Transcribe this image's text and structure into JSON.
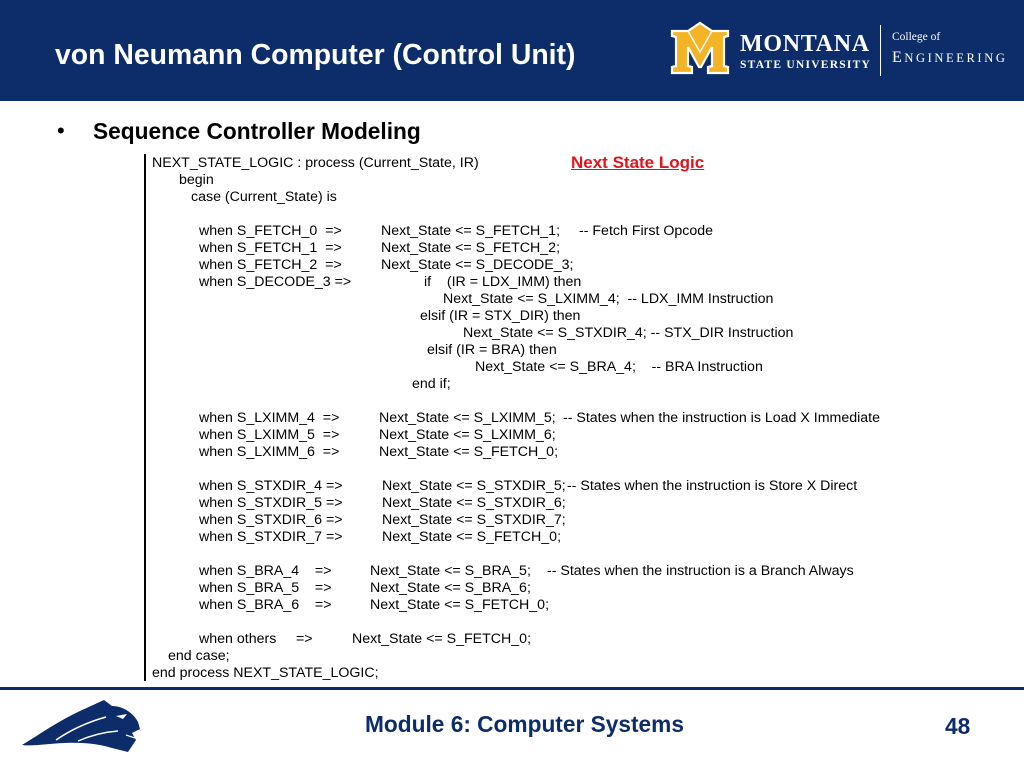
{
  "slide": {
    "title": "von Neumann Computer (Control Unit)",
    "bullet": "•",
    "heading": "Sequence Controller Modeling",
    "annotation": "Next State Logic"
  },
  "branding": {
    "mark_icon": "msu-m-icon",
    "university_name": "MONTANA",
    "university_subname": "STATE UNIVERSITY",
    "college_prefix": "College of",
    "college_name": "ENGINEERING"
  },
  "code": {
    "process_header": "NEXT_STATE_LOGIC : process (Current_State, IR)",
    "begin": "begin",
    "case_header": "case (Current_State) is",
    "fetch_cases": [
      {
        "when": "when S_FETCH_0  =>",
        "action": "Next_State <= S_FETCH_1;",
        "comment": "-- Fetch First Opcode"
      },
      {
        "when": "when S_FETCH_1  =>",
        "action": "Next_State <= S_FETCH_2;"
      },
      {
        "when": "when S_FETCH_2  =>",
        "action": "Next_State <= S_DECODE_3;"
      }
    ],
    "decode_case": {
      "when": "when S_DECODE_3 =>",
      "if_ldx_imm": "if    (IR = LDX_IMM) then",
      "then_ldx_imm": "Next_State <= S_LXIMM_4;  -- LDX_IMM Instruction",
      "elsif_stx_dir": "elsif (IR = STX_DIR) then",
      "then_stx_dir": "Next_State <= S_STXDIR_4; -- STX_DIR Instruction",
      "elsif_bra": "elsif (IR = BRA) then",
      "then_bra": "Next_State <= S_BRA_4;    -- BRA Instruction",
      "end_if": "end if;"
    },
    "lximm_cases": [
      {
        "when": "when S_LXIMM_4  =>",
        "action": "Next_State <= S_LXIMM_5;",
        "comment": "-- States when the instruction is Load X Immediate"
      },
      {
        "when": "when S_LXIMM_5  =>",
        "action": "Next_State <= S_LXIMM_6;"
      },
      {
        "when": "when S_LXIMM_6  =>",
        "action": "Next_State <= S_FETCH_0;"
      }
    ],
    "stxdir_cases": [
      {
        "when": "when S_STXDIR_4 =>",
        "action": "Next_State <= S_STXDIR_5;",
        "comment": "-- States when the instruction is Store X Direct"
      },
      {
        "when": "when S_STXDIR_5 =>",
        "action": "Next_State <= S_STXDIR_6;"
      },
      {
        "when": "when S_STXDIR_6 =>",
        "action": "Next_State <= S_STXDIR_7;"
      },
      {
        "when": "when S_STXDIR_7 =>",
        "action": "Next_State <= S_FETCH_0;"
      }
    ],
    "bra_cases": [
      {
        "when": "when S_BRA_4    =>",
        "action": "Next_State <= S_BRA_5;",
        "comment": "-- States when the instruction is a Branch Always"
      },
      {
        "when": "when S_BRA_5    =>",
        "action": "Next_State <= S_BRA_6;"
      },
      {
        "when": "when S_BRA_6    =>",
        "action": "Next_State <= S_FETCH_0;"
      }
    ],
    "others_case": {
      "when": "when others     =>",
      "action": "Next_State <= S_FETCH_0;"
    },
    "end_case": "end case;",
    "end_process": "end process NEXT_STATE_LOGIC;"
  },
  "footer": {
    "logo_icon": "bobcat-icon",
    "module_label": "Module 6: Computer Systems",
    "page_number": "48"
  },
  "colors": {
    "header_background": "#0c2d69",
    "brand_gold": "#f4b425",
    "annotation_red": "#e3131b",
    "footer_text": "#0c2d69"
  }
}
